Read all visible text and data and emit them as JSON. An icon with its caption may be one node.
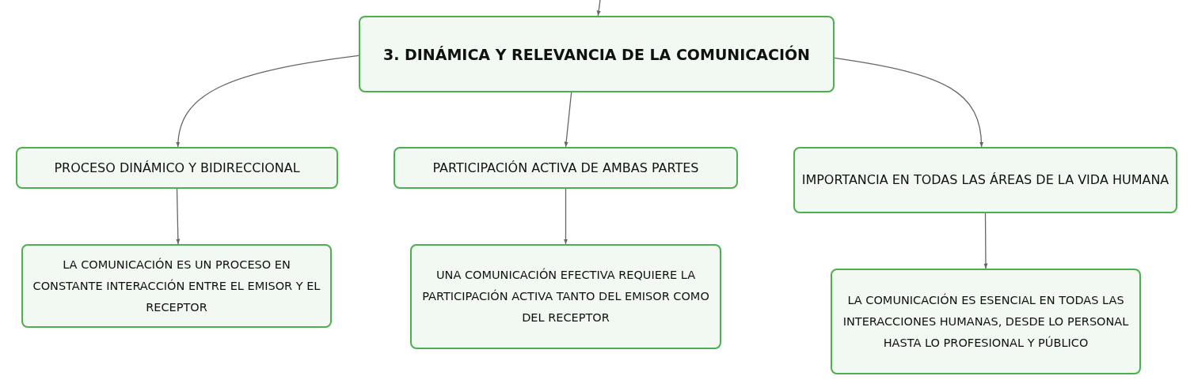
{
  "diagram": {
    "nodes": [
      {
        "text": [
          "3. DINÁMICA Y RELEVANCIA DE LA COMUNICACIÓN"
        ]
      },
      {
        "text": [
          "PROCESO DINÁMICO Y BIDIRECCIONAL"
        ]
      },
      {
        "text": [
          "PARTICIPACIÓN ACTIVA DE AMBAS PARTES"
        ]
      },
      {
        "text": [
          "IMPORTANCIA EN TODAS LAS ÁREAS DE LA VIDA HUMANA"
        ]
      },
      {
        "text": [
          "LA COMUNICACIÓN ES UN PROCESO EN CONSTANTE INTERACCIÓN ENTRE EL EMISOR Y EL RECEPTOR"
        ]
      },
      {
        "text": [
          "UNA COMUNICACIÓN EFECTIVA REQUIERE LA PARTICIPACIÓN ACTIVA TANTO DEL EMISOR COMO DEL RECEPTOR"
        ]
      },
      {
        "text": [
          "LA COMUNICACIÓN ES ESENCIAL EN TODAS LAS INTERACCIONES HUMANAS, DESDE LO PERSONAL HASTA LO PROFESIONAL Y PÚBLICO"
        ]
      }
    ],
    "edges": [
      {
        "from": null,
        "to": 0,
        "arrow": "to"
      },
      {
        "from": 0,
        "to": 1,
        "arrow": "to"
      },
      {
        "from": 0,
        "to": 2,
        "arrow": "to"
      },
      {
        "from": 0,
        "to": 3,
        "arrow": "to"
      },
      {
        "from": 1,
        "to": 4,
        "arrow": "to"
      },
      {
        "from": 2,
        "to": 5,
        "arrow": "to"
      },
      {
        "from": 3,
        "to": 6,
        "arrow": "to"
      }
    ]
  }
}
